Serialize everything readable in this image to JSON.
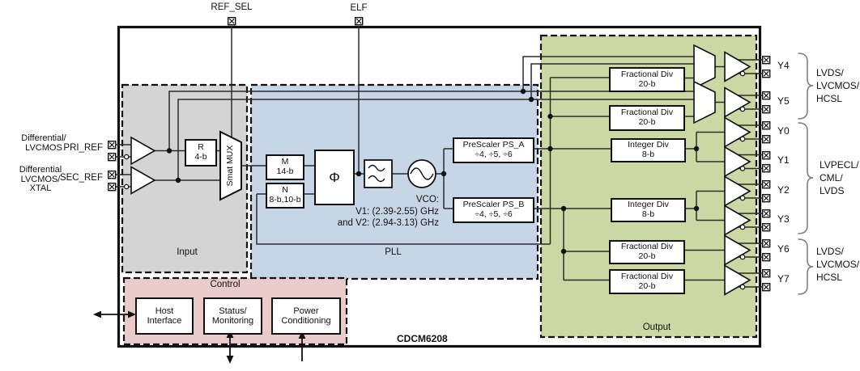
{
  "title": "CDCM6208",
  "top_pins": {
    "ref_sel": "REF_SEL",
    "elf": "ELF"
  },
  "left_inputs": {
    "pri_type": [
      "Differential/",
      "LVCMOS"
    ],
    "pri_name": "PRI_REF",
    "sec_type": [
      "Differential",
      "LVCMOS/",
      "XTAL"
    ],
    "sec_name": "SEC_REF"
  },
  "sections": {
    "input": {
      "label": "Input",
      "bg": "#d4d4d4"
    },
    "pll": {
      "label": "PLL",
      "bg": "#c6d6e6"
    },
    "output": {
      "label": "Output",
      "bg": "#ccd8a4"
    },
    "control": {
      "label": "Control",
      "bg": "#eacbcb"
    }
  },
  "blocks": {
    "r_div": [
      "R",
      "4-b"
    ],
    "smart_mux": "Smat MUX",
    "m_div": [
      "M",
      "14-b"
    ],
    "n_div": [
      "N",
      "8-b,10-b"
    ],
    "phase_detector": "Φ",
    "vco_caption": [
      "VCO:",
      "V1: (2.39-2.55) GHz",
      "and V2: (2.94-3.13) GHz"
    ],
    "prescaler_a": [
      "PreScaler PS_A",
      "÷4, ÷5, ÷6"
    ],
    "prescaler_b": [
      "PreScaler PS_B",
      "÷4, ÷5, ÷6"
    ],
    "host_interface": [
      "Host",
      "Interface"
    ],
    "status_monitoring": [
      "Status/",
      "Monitoring"
    ],
    "power_conditioning": [
      "Power",
      "Conditioning"
    ]
  },
  "dividers": {
    "frac_y4": [
      "Fractional Div",
      "20-b"
    ],
    "frac_y5": [
      "Fractional Div",
      "20-b"
    ],
    "int_y0_y1": [
      "Integer Div",
      "8-b"
    ],
    "int_y2_y3": [
      "Integer Div",
      "8-b"
    ],
    "frac_y6": [
      "Fractional Div",
      "20-b"
    ],
    "frac_y7": [
      "Fractional Div",
      "20-b"
    ]
  },
  "outputs": [
    "Y4",
    "Y5",
    "Y0",
    "Y1",
    "Y2",
    "Y3",
    "Y6",
    "Y7"
  ],
  "output_groups": [
    {
      "types": [
        "LVDS/",
        "LVCMOS/",
        "HCSL"
      ]
    },
    {
      "types": [
        "LVPECL/",
        "CML/",
        "LVDS"
      ]
    },
    {
      "types": [
        "LVDS/",
        "LVCMOS/",
        "HCSL"
      ]
    }
  ]
}
